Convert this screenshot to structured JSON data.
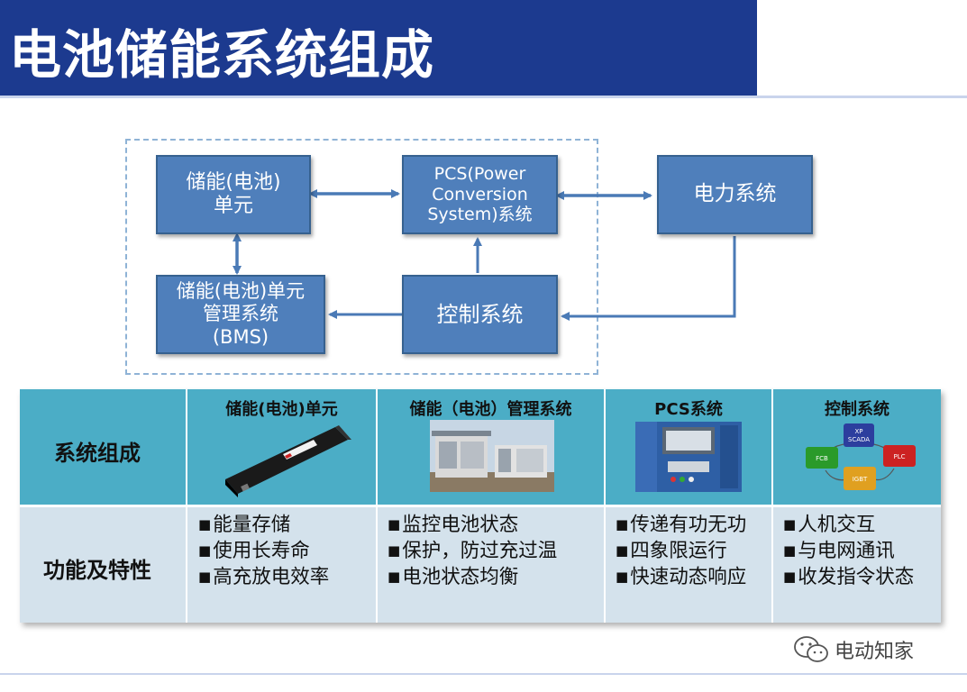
{
  "title": "电池储能系统组成",
  "diagram": {
    "boxes": {
      "battery_unit": "储能(电池)\n单元",
      "pcs": "PCS(Power\nConversion\nSystem)系统",
      "power_system": "电力系统",
      "bms": "储能(电池)单元\n管理系统\n(BMS)",
      "control": "控制系统"
    }
  },
  "table": {
    "columns": [
      "储能(电池)单元",
      "储能（电池）管理系统",
      "PCS系统",
      "控制系统"
    ],
    "rows": [
      {
        "label": "系统组成"
      },
      {
        "label": "功能及特性",
        "cells": [
          [
            "能量存储",
            "使用长寿命",
            "高充放电效率"
          ],
          [
            "监控电池状态",
            "保护，防过充过温",
            "电池状态均衡"
          ],
          [
            "传递有功无功",
            "四象限运行",
            "快速动态响应"
          ],
          [
            "人机交互",
            "与电网通讯",
            "收发指令状态"
          ]
        ]
      }
    ],
    "control_labels": [
      "XP SCADA",
      "FCB",
      "PLC",
      "IGBT"
    ]
  },
  "footer": {
    "logo_text": "电动知家"
  },
  "colors": {
    "header": "#1c3a8f",
    "box": "#4f7fbb",
    "arrow": "#4a7ab6",
    "table_top": "#4badc6",
    "table_bottom": "#d4e2ec"
  }
}
